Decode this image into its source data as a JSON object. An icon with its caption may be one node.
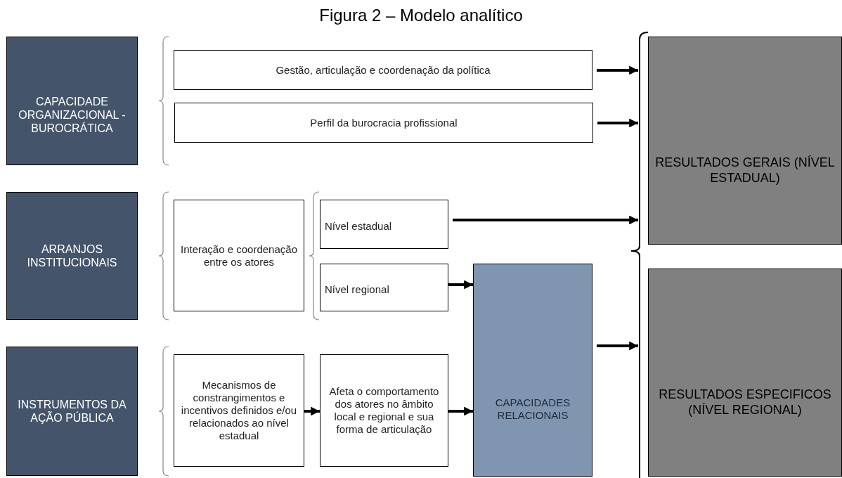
{
  "diagram": {
    "title": "Figura 2 – Modelo analítico",
    "nodes": [
      {
        "text": [
          "CAPACIDADE ORGANIZACIONAL -BUROCRÁTICA"
        ]
      },
      {
        "text": [
          "Gestão, articulação e coordenação da política"
        ]
      },
      {
        "text": [
          "Perfil da burocracia profissional"
        ]
      },
      {
        "text": [
          "ARRANJOS INSTITUCIONAIS"
        ]
      },
      {
        "text": [
          "Interação e coordenação entre os atores"
        ]
      },
      {
        "text": [
          "Nível estadual"
        ]
      },
      {
        "text": [
          "Nível regional"
        ]
      },
      {
        "text": [
          "INSTRUMENTOS DA AÇÃO PÚBLICA"
        ]
      },
      {
        "text": [
          "Mecanismos de constrangimentos e incentivos definidos e/ou relacionados ao nível estadual"
        ]
      },
      {
        "text": [
          "Afeta o comportamento dos atores no âmbito local e regional e sua forma de articulação"
        ]
      },
      {
        "text": [
          "CAPACIDADES RELACIONAIS"
        ]
      },
      {
        "text": [
          "RESULTADOS GERAIS (NÍVEL ESTADUAL)"
        ]
      },
      {
        "text": [
          "RESULTADOS ESPECIFICOS (NÍVEL REGIONAL)"
        ]
      }
    ],
    "edges": [
      {
        "from": 1,
        "to": 11,
        "arrow": "to"
      },
      {
        "from": 2,
        "to": 11,
        "arrow": "to"
      },
      {
        "from": 5,
        "to": 11,
        "arrow": "to"
      },
      {
        "from": 6,
        "to": 10,
        "arrow": "to"
      },
      {
        "from": 8,
        "to": 9,
        "arrow": "to"
      },
      {
        "from": 9,
        "to": 10,
        "arrow": "to"
      },
      {
        "from": 10,
        "to": 12,
        "arrow": "to"
      }
    ]
  }
}
